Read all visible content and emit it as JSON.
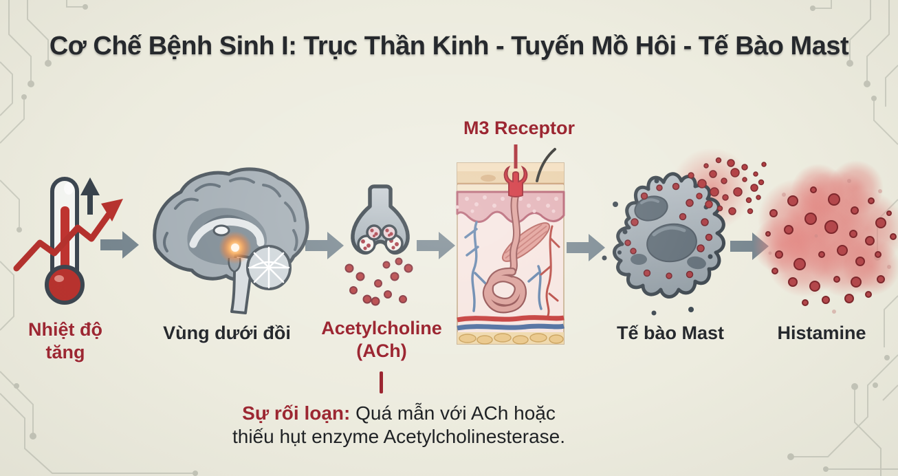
{
  "title": "Cơ Chế Bệnh Sinh I: Trục Thần Kinh - Tuyến Mồ Hôi - Tế Bào Mast",
  "steps": [
    {
      "name": "temperature-rise",
      "label": "Nhiệt độ\ntăng",
      "icon": "thermometer-rising-icon",
      "label_style": "red"
    },
    {
      "name": "hypothalamus",
      "label": "Vùng dưới đồi",
      "icon": "brain-hypothalamus-icon",
      "label_style": "ink"
    },
    {
      "name": "acetylcholine",
      "label": "Acetylcholine\n(ACh)",
      "icon": "synapse-ach-release-icon",
      "label_style": "red"
    },
    {
      "name": "m3-receptor",
      "label": "M3 Receptor",
      "icon": "skin-sweat-gland-icon",
      "label_style": "red"
    },
    {
      "name": "mast-cell",
      "label": "Tế bào Mast",
      "icon": "mast-cell-icon",
      "label_style": "ink"
    },
    {
      "name": "histamine",
      "label": "Histamine",
      "icon": "histamine-cloud-icon",
      "label_style": "ink"
    }
  ],
  "note": {
    "prefix": "Sự rối loạn:",
    "body": "Quá mẫn với ACh hoặc\nthiếu hụt enzyme Acetylcholinesterase."
  },
  "colors": {
    "background": "#edecdf",
    "ink": "#26292d",
    "dark_red": "#9c2732",
    "arrow": "#76858e",
    "red_dot": "#a93a3f"
  }
}
